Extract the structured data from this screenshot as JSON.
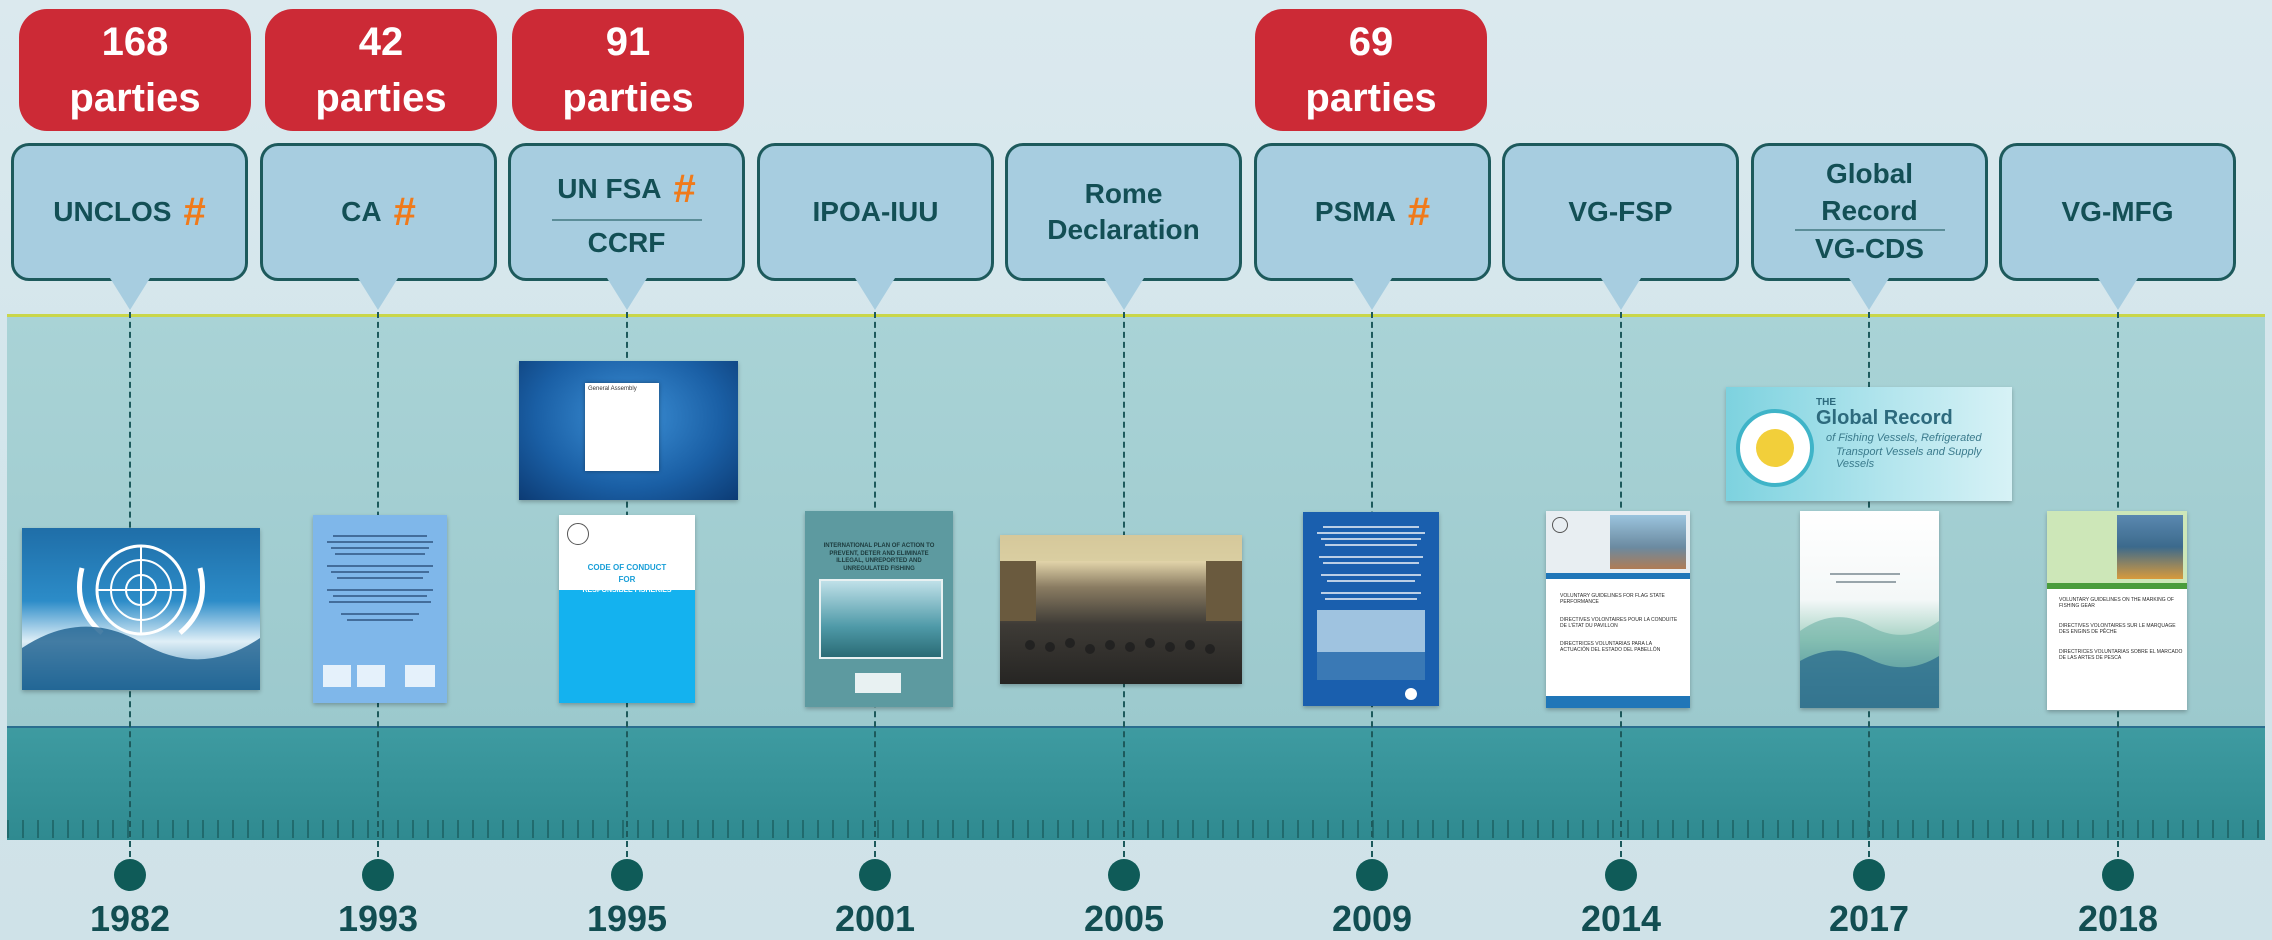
{
  "timeline": {
    "events": [
      {
        "year": "1982",
        "label": "UNCLOS",
        "hash": "#",
        "parties": "168",
        "parties_word": "parties"
      },
      {
        "year": "1993",
        "label": "CA",
        "hash": "#",
        "parties": "42",
        "parties_word": "parties"
      },
      {
        "year": "1995",
        "label_top": "UN FSA",
        "hash": "#",
        "label_bottom": "CCRF",
        "parties": "91",
        "parties_word": "parties"
      },
      {
        "year": "2001",
        "label": "IPOA-IUU"
      },
      {
        "year": "2005",
        "label_line1": "Rome",
        "label_line2": "Declaration"
      },
      {
        "year": "2009",
        "label": "PSMA",
        "hash": "#",
        "parties": "69",
        "parties_word": "parties"
      },
      {
        "year": "2014",
        "label": "VG-FSP"
      },
      {
        "year": "2017",
        "label_line1": "Global",
        "label_line2": "Record",
        "label_bottom": "VG-CDS"
      },
      {
        "year": "2018",
        "label": "VG-MFG"
      }
    ]
  },
  "thumbnails": {
    "ccrf_cover": {
      "line1": "CODE OF CONDUCT",
      "line2": "FOR",
      "line3": "RESPONSIBLE FISHERIES"
    },
    "un_ga": {
      "header": "General Assembly"
    },
    "ipoa_cover": {
      "title": "INTERNATIONAL PLAN OF ACTION TO PREVENT, DETER AND ELIMINATE ILLEGAL, UNREPORTED AND UNREGULATED FISHING"
    },
    "vgfsp_cover": {
      "line1": "VOLUNTARY GUIDELINES FOR FLAG STATE PERFORMANCE",
      "line2": "DIRECTIVES VOLONTAIRES POUR LA CONDUITE DE L'ÉTAT DU PAVILLON",
      "line3": "DIRECTRICES VOLUNTARIAS PARA LA ACTUACIÓN DEL ESTADO DEL PABELLÓN"
    },
    "vgmfg_cover": {
      "line1": "VOLUNTARY GUIDELINES ON THE MARKING OF FISHING GEAR",
      "line2": "DIRECTIVES VOLONTAIRES SUR LE MARQUAGE DES ENGINS DE PÊCHE",
      "line3": "DIRECTRICES VOLUNTARIAS SOBRE EL MARCADO DE LAS ARTES DE PESCA"
    },
    "global_record": {
      "the": "THE",
      "title": "Global Record",
      "subtitle_line1": "of Fishing Vessels, Refrigerated",
      "subtitle_line2": "Transport Vessels and Supply Vessels"
    }
  },
  "colors": {
    "pill_red": "#cc2a36",
    "callout_fill": "#a7cde0",
    "callout_border": "#1d5a5c",
    "hash_orange": "#f07a1a",
    "year_text": "#124e52",
    "band_light": "#a9d3d6",
    "band_dark": "#2f8a90",
    "accent_line": "#c9d64a"
  }
}
